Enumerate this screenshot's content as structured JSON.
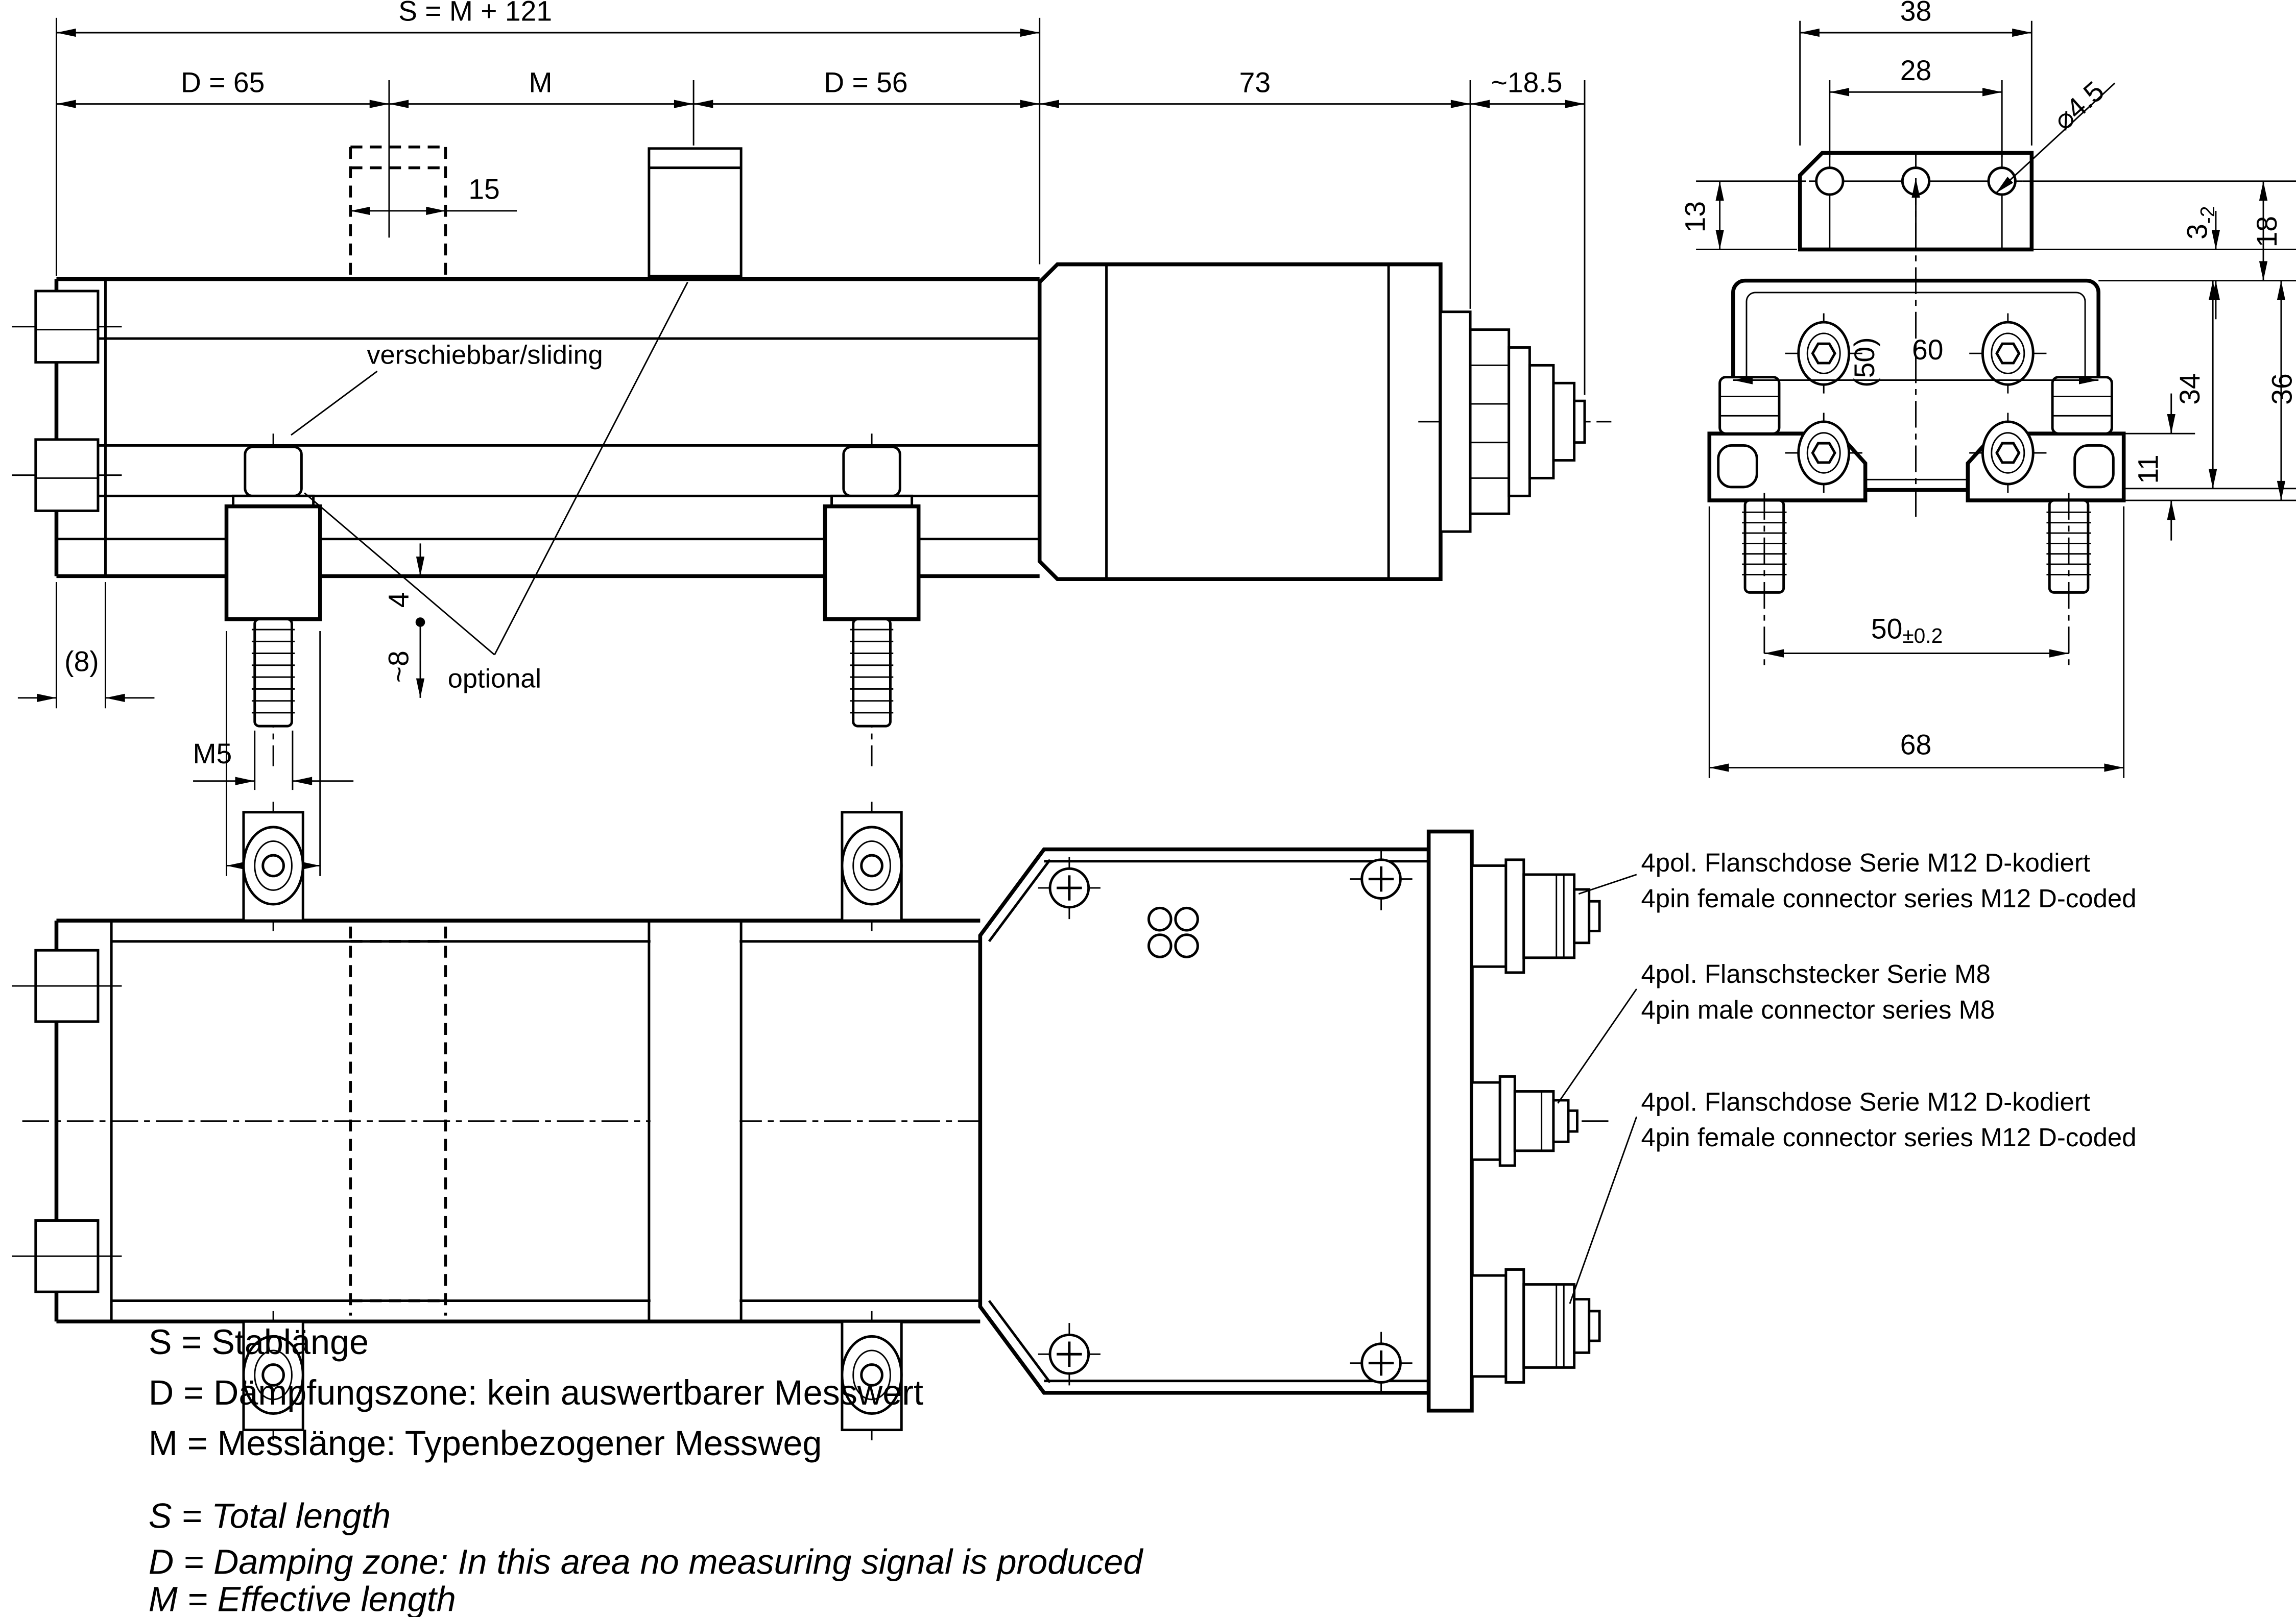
{
  "side_view": {
    "dim_total": "S = M + 121",
    "dim_damping_left": "D = 65",
    "dim_measuring": "M",
    "dim_damping_right": "D = 56",
    "dim_head_length": "73",
    "dim_connector_length": "~18.5",
    "dim_magnet_offset": "15",
    "label_sliding": "verschiebbar/sliding",
    "dim_end_cap": "(8)",
    "dim_thread": "M5",
    "dim_clamp_width": "15",
    "dim_stud_a": "4",
    "dim_stud_b": "~8",
    "label_optional": "optional"
  },
  "section_view": {
    "dim_flange_width": "38",
    "dim_hole_spacing": "28",
    "dim_hole_diameter": "⌀4.5",
    "dim_hole_offset": "13",
    "dim_flange_thickness": "3",
    "dim_flange_thickness_tol": "-2",
    "dim_height_18": "18",
    "dim_width_50_ref": "(50)",
    "dim_width_60": "60",
    "dim_height_34": "34",
    "dim_height_36": "36",
    "dim_foot_height": "11",
    "dim_stud_spacing": "50",
    "dim_stud_spacing_tol": "±0.2",
    "dim_foot_width": "68"
  },
  "connectors": [
    {
      "line1": "4pol. Flanschdose Serie M12 D-kodiert",
      "line2": "4pin female connector series M12 D-coded"
    },
    {
      "line1": "4pol. Flanschstecker Serie M8",
      "line2": "4pin male connector series M8"
    },
    {
      "line1": "4pol. Flanschdose Serie M12 D-kodiert",
      "line2": "4pin female connector series M12 D-coded"
    }
  ],
  "legend": {
    "de": [
      "S = Stablänge",
      "D = Dämpfungszone: kein auswertbarer Messwert",
      "M = Messlänge: Typenbezogener Messweg"
    ],
    "en": [
      "S = Total length",
      "D = Damping zone: In this area no measuring signal is produced",
      "M = Effective length"
    ]
  }
}
